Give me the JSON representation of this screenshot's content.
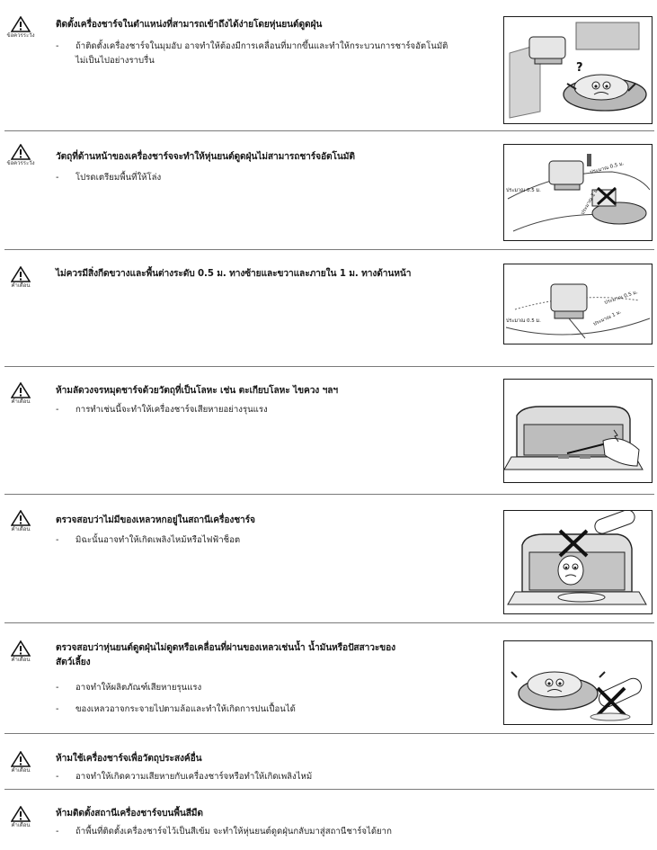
{
  "sections": [
    {
      "icon_label": "ข้อควรระวัง",
      "title": "ติดตั้งเครื่องชาร์จในตำแหน่งที่สามารถเข้าถึงได้ง่ายโดยหุ่นยนต์ดูดฝุ่น",
      "bullets": [
        [
          "ถ้าติดตั้งเครื่องชาร์จในมุมอับ อาจทำให้ต้องมีการเคลื่อนที่มากขึ้นและทำให้กระบวนการชาร์จอัตโนมัติ",
          "ไม่เป็นไปอย่างราบรื่น"
        ]
      ],
      "image_text": [
        "?"
      ]
    },
    {
      "icon_label": "ข้อควรระวัง",
      "title": "วัตถุที่ด้านหน้าของเครื่องชาร์จจะทำให้หุ่นยนต์ดูดฝุ่นไม่สามารถชาร์จอัตโนมัติ",
      "bullets": [
        [
          "โปรดเตรียมพื้นที่ให้โล่ง"
        ]
      ],
      "image_text": [
        "ประมาณ 0.5 ม.",
        "ประมาณ 0.5 ม.",
        "ประมาณ 1 ม."
      ]
    },
    {
      "icon_label": "คำเตือน",
      "title": "ไม่ควรมีสิ่งกีดขวางและพื้นต่างระดับ 0.5 ม. ทางซ้ายและขวาและภายใน 1 ม. ทางด้านหน้า",
      "bullets": [],
      "image_text": [
        "ประมาณ 0.5 ม.",
        "ประมาณ 0.5 ม.",
        "ประมาณ 1 ม."
      ]
    },
    {
      "icon_label": "คำเตือน",
      "title": "ห้ามลัดวงจรหมุดชาร์จด้วยวัตถุที่เป็นโลหะ เช่น ตะเกียบโลหะ ไขควง ฯลฯ",
      "bullets": [
        [
          "การทำเช่นนี้จะทำให้เครื่องชาร์จเสียหายอย่างรุนแรง"
        ]
      ],
      "image_text": []
    },
    {
      "icon_label": "คำเตือน",
      "title": "ตรวจสอบว่าไม่มีของเหลวหกอยู่ในสถานีเครื่องชาร์จ",
      "bullets": [
        [
          "มิฉะนั้นอาจทำให้เกิดเพลิงไหม้หรือไฟฟ้าช็อต"
        ]
      ],
      "image_text": []
    },
    {
      "icon_label": "คำเตือน",
      "title_lines": [
        "ตรวจสอบว่าหุ่นยนต์ดูดฝุ่นไม่ดูดหรือเคลื่อนที่ผ่านของเหลวเช่นน้ำ น้ำมันหรือปัสสาวะของ",
        "สัตว์เลี้ยง"
      ],
      "bullets": [
        [
          "อาจทำให้ผลิตภัณฑ์เสียหายรุนแรง"
        ],
        [
          "ของเหลวอาจกระจายไปตามล้อและทำให้เกิดการปนเปื้อนได้"
        ]
      ],
      "image_text": []
    },
    {
      "icon_label": "คำเตือน",
      "title": "ห้ามใช้เครื่องชาร์จเพื่อวัตถุประสงค์อื่น",
      "bullets": [
        [
          "อาจทำให้เกิดความเสียหายกับเครื่องชาร์จหรือทำให้เกิดเพลิงไหม้"
        ]
      ],
      "image_text": []
    },
    {
      "icon_label": "คำเตือน",
      "title": "ห้ามติดตั้งสถานีเครื่องชาร์จบนพื้นสีมืด",
      "bullets": [
        [
          "ถ้าพื้นที่ติดตั้งเครื่องชาร์จไว้เป็นสีเข้ม จะทำให้หุ่นยนต์ดูดฝุ่นกลับมาสู่สถานีชาร์จได้ยาก"
        ]
      ],
      "image_text": []
    }
  ],
  "bullet_dash": "-"
}
